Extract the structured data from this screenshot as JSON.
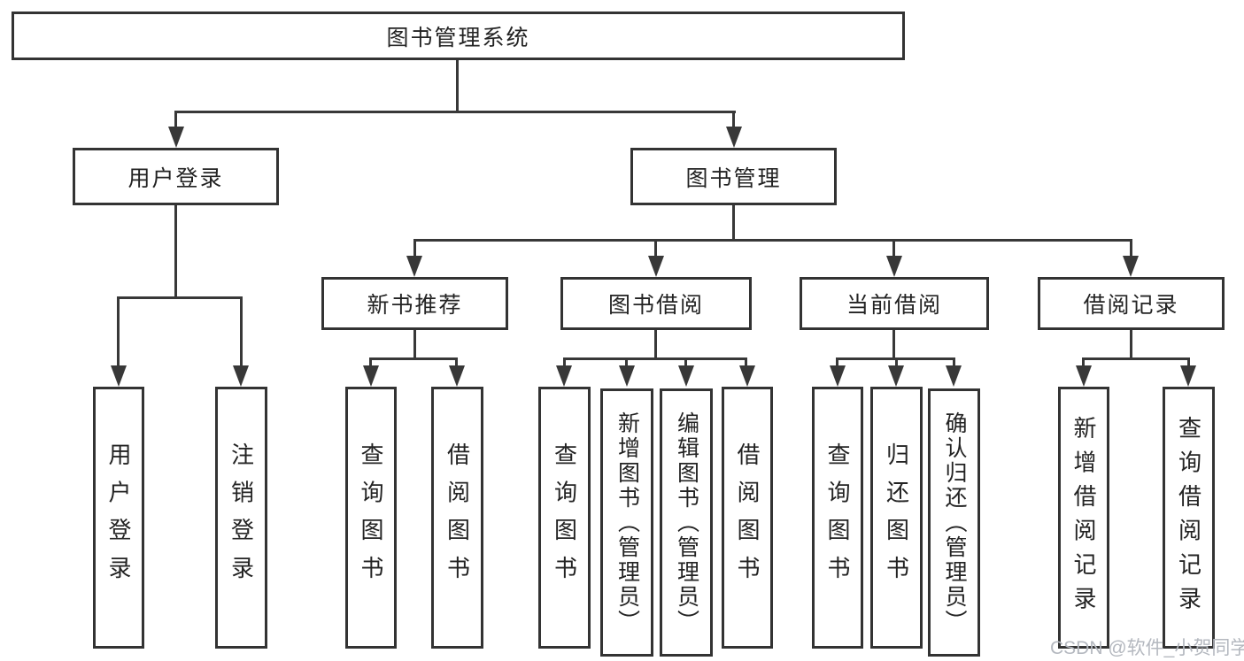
{
  "diagram": {
    "root": {
      "label": "图书管理系统",
      "children": [
        {
          "label": "用户登录",
          "children": [
            {
              "label": "用户登录"
            },
            {
              "label": "注销登录"
            }
          ]
        },
        {
          "label": "图书管理",
          "children": [
            {
              "label": "新书推荐",
              "children": [
                {
                  "label": "查询图书"
                },
                {
                  "label": "借阅图书"
                }
              ]
            },
            {
              "label": "图书借阅",
              "children": [
                {
                  "label": "查询图书"
                },
                {
                  "label": "新增图书（管理员）"
                },
                {
                  "label": "编辑图书（管理员）"
                },
                {
                  "label": "借阅图书"
                }
              ]
            },
            {
              "label": "当前借阅",
              "children": [
                {
                  "label": "查询图书"
                },
                {
                  "label": "归还图书"
                },
                {
                  "label": "确认归还（管理员）"
                }
              ]
            },
            {
              "label": "借阅记录",
              "children": [
                {
                  "label": "新增借阅记录"
                },
                {
                  "label": "查询借阅记录"
                }
              ]
            }
          ]
        }
      ]
    }
  },
  "watermark": {
    "text": "CSDN @软件_小贺同学"
  },
  "colors": {
    "background": "#ffffff",
    "box_border": "#333333",
    "line": "#383838",
    "text": "#232323",
    "watermark": "#b4b8bf"
  }
}
